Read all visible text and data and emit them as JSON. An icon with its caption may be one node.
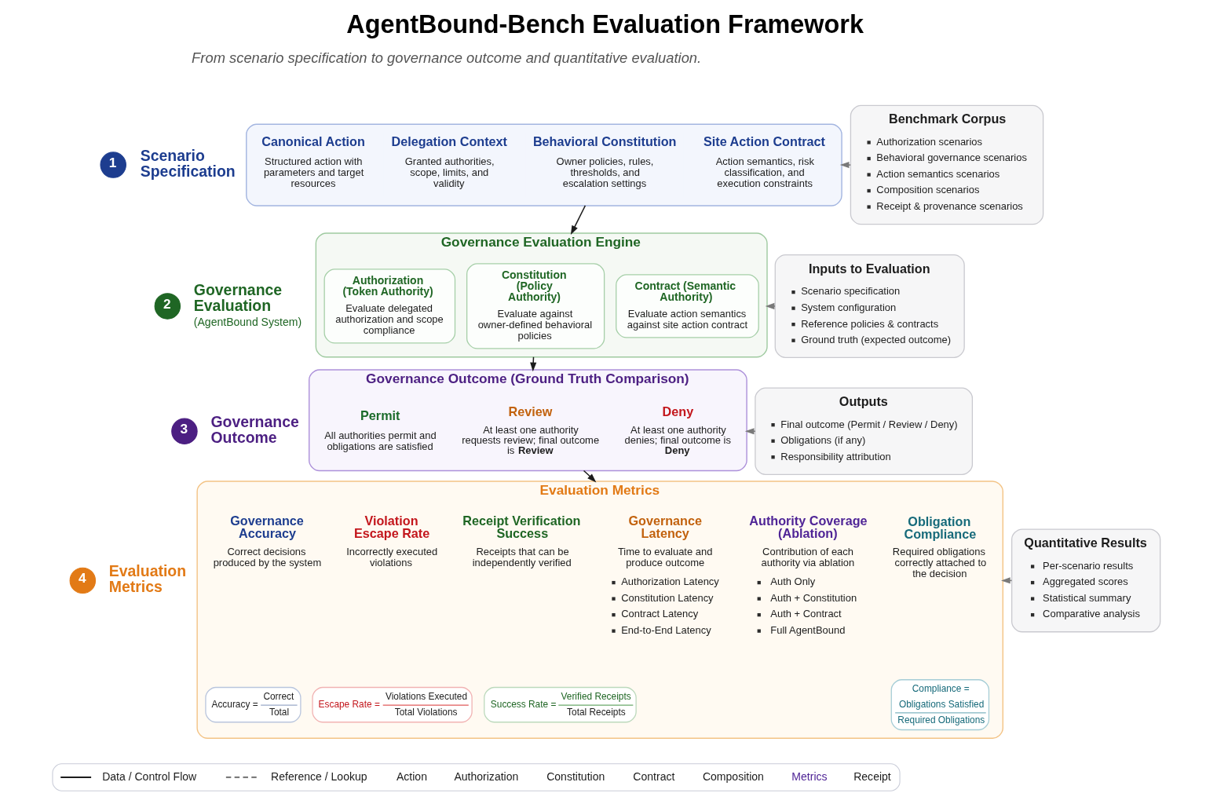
{
  "diagram": {
    "title": "AgentBound-Bench Evaluation Framework",
    "nodes": [
      {
        "text": [
          "1"
        ],
        "beside": [
          "Scenario Specification"
        ]
      },
      {
        "text": [],
        "shape": "box"
      },
      {
        "text": [
          "Canonical Action",
          "Structured action with parameters and target resources"
        ],
        "in": 1
      },
      {
        "text": [
          "Delegation Context",
          "Granted authorities, scope, limits, and validity"
        ],
        "in": 1
      },
      {
        "text": [
          "Behavioral Constitution",
          "Owner policies, rules, thresholds, and escalation settings"
        ],
        "in": 1
      },
      {
        "text": [
          "Site Action Contract",
          "Action semantics, risk classification, and execution constraints"
        ],
        "in": 1
      },
      {
        "text": [
          "Benchmark Corpus",
          "Authorization scenarios",
          "Behavioral governance scenarios",
          "Action semantics scenarios",
          "Composition scenarios",
          "Receipt & provenance scenarios"
        ]
      },
      {
        "text": [
          "2"
        ],
        "beside": [
          "Governance Evaluation",
          "(AgentBound System)"
        ]
      },
      {
        "text": [
          "Governance Evaluation Engine"
        ]
      },
      {
        "text": [
          "Authorization (Token Authority)",
          "Evaluate delegated authorization and scope compliance"
        ],
        "in": 8
      },
      {
        "text": [
          "Constitution (Policy Authority)",
          "Evaluate against owner-defined behavioral policies"
        ],
        "in": 8
      },
      {
        "text": [
          "Contract (Semantic Authority)",
          "Evaluate action semantics against site action contract"
        ],
        "in": 8
      },
      {
        "text": [
          "Inputs to Evaluation",
          "Scenario specification",
          "System configuration",
          "Reference policies & contracts",
          "Ground truth (expected outcome)"
        ]
      },
      {
        "text": [
          "3"
        ],
        "beside": [
          "Governance Outcome"
        ]
      },
      {
        "text": [
          "Governance Outcome (Ground Truth Comparison)"
        ]
      },
      {
        "text": [
          "Permit",
          "All authorities permit and obligations are satisfied"
        ],
        "in": 14
      },
      {
        "text": [
          "Review",
          "At least one authority requests review; final outcome is **Review**"
        ],
        "in": 14
      },
      {
        "text": [
          "Deny",
          "At least one authority denies; final outcome is **Deny**"
        ],
        "in": 14
      },
      {
        "text": [
          "Outputs",
          "Final outcome (Permit / Review / Deny)",
          "Obligations (if any)",
          "Responsibility attribution"
        ]
      },
      {
        "text": [
          "4"
        ],
        "beside": [
          "Evaluation Metrics"
        ]
      },
      {
        "text": [
          "Evaluation Metrics"
        ]
      },
      {
        "text": [
          "Governance Accuracy",
          "Correct decisions produced by the system"
        ],
        "in": 20
      },
      {
        "text": [
          "Violation Escape Rate",
          "Incorrectly executed violations"
        ],
        "in": 20
      },
      {
        "text": [
          "Receipt Verification Success",
          "Receipts that can be independently verified"
        ],
        "in": 20
      },
      {
        "text": [
          "Governance Latency",
          "Time to evaluate and produce outcome",
          "Authorization Latency",
          "Constitution Latency",
          "Contract Latency",
          "End-to-End Latency"
        ],
        "in": 20
      },
      {
        "text": [
          "Authority Coverage (Ablation)",
          "Contribution of each authority via ablation",
          "Auth Only",
          "Auth + Constitution",
          "Auth + Contract",
          "Full AgentBound"
        ],
        "in": 20
      },
      {
        "text": [
          "Obligation Compliance",
          "Required obligations correctly attached to the decision"
        ],
        "in": 20
      },
      {
        "text": [
          "Accuracy =",
          "Correct",
          "Total"
        ],
        "in": 20
      },
      {
        "text": [
          "Escape Rate =",
          "Violations Executed",
          "Total Violations"
        ],
        "in": 20
      },
      {
        "text": [
          "Success Rate =",
          "Verified Receipts",
          "Total Receipts"
        ],
        "in": 20
      },
      {
        "text": [
          "Compliance =",
          "Obligations Satisfied",
          "Required Obligations"
        ],
        "in": 20
      },
      {
        "text": [
          "Quantitative Results",
          "Per-scenario results",
          "Aggregated scores",
          "Statistical summary",
          "Comparative analysis"
        ]
      }
    ],
    "edges": [
      {
        "from": 6,
        "to": 1,
        "arrow": "to",
        "style": "dashed",
        "color": "#7a7a7a"
      },
      {
        "from": 1,
        "to": 8,
        "arrow": "to",
        "color": "#1c1c1c"
      },
      {
        "from": 12,
        "to": 8,
        "arrow": "to",
        "style": "dashed",
        "color": "#7a7a7a"
      },
      {
        "from": 8,
        "to": 14,
        "arrow": "to",
        "color": "#1c1c1c"
      },
      {
        "from": 18,
        "to": 14,
        "arrow": "to",
        "style": "dashed",
        "color": "#7a7a7a"
      },
      {
        "from": 14,
        "to": 20,
        "arrow": "to",
        "color": "#1c1c1c"
      },
      {
        "from": 31,
        "to": 20,
        "arrow": "to",
        "style": "dashed",
        "color": "#7a7a7a"
      }
    ],
    "labels": [
      "From scenario specification to governance outcome and quantitative evaluation."
    ],
    "legend": [
      {
        "text": "Data / Control Flow"
      },
      {
        "text": "Reference / Lookup"
      },
      {
        "text": "Action"
      },
      {
        "text": "Authorization"
      },
      {
        "text": "Constitution"
      },
      {
        "text": "Contract"
      },
      {
        "text": "Composition"
      },
      {
        "text": "Metrics"
      },
      {
        "text": "Receipt"
      }
    ]
  }
}
